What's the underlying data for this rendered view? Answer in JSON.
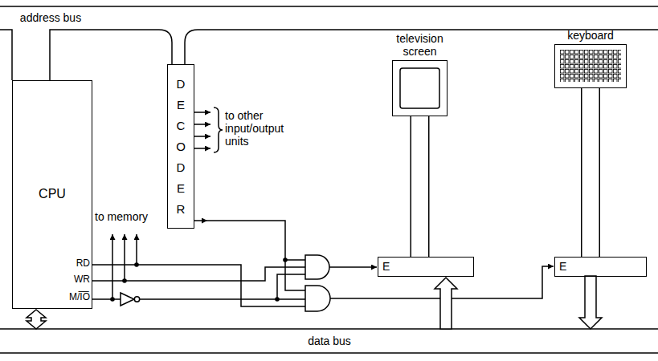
{
  "diagram": {
    "nodes": [
      {
        "text": [
          "CPU"
        ]
      },
      {
        "text": [
          "DECODER"
        ]
      },
      {
        "text": [
          "television screen"
        ]
      },
      {
        "text": [
          "E"
        ]
      },
      {
        "text": [
          "keyboard"
        ]
      },
      {
        "text": [
          "E"
        ]
      }
    ],
    "edges": [
      {
        "from": 3,
        "to": 2,
        "arrow": "none"
      },
      {
        "from": 5,
        "to": 4,
        "arrow": "none"
      }
    ],
    "labels": [
      "address bus",
      "RD",
      "WR",
      "M/I̅O̅",
      "to memory",
      "to other input/output units",
      "data bus"
    ]
  }
}
